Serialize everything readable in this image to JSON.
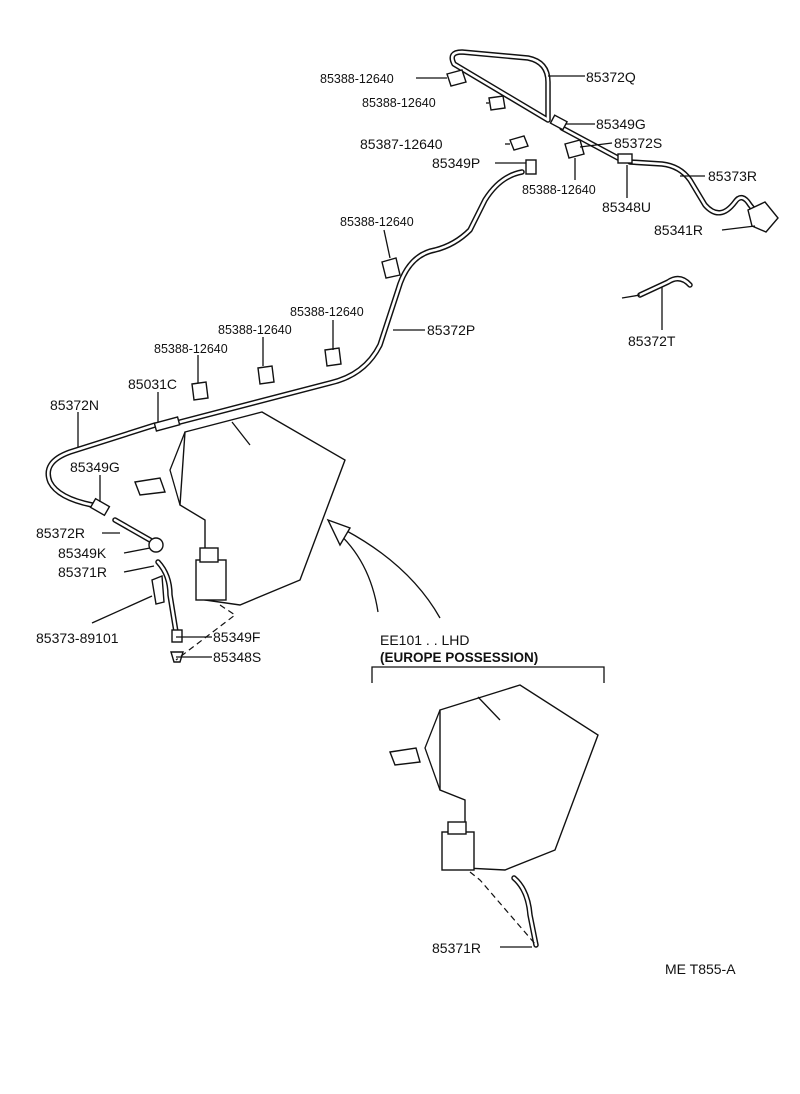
{
  "labels": {
    "p85372Q": "85372Q",
    "c1": "85388-12640",
    "c2": "85388-12640",
    "p85349G_top": "85349G",
    "p85387": "85387-12640",
    "p85372S": "85372S",
    "p85349P": "85349P",
    "c3": "85388-12640",
    "p85373R": "85373R",
    "p85348U": "85348U",
    "p85341R": "85341R",
    "c4": "85388-12640",
    "p85372T": "85372T",
    "c5": "85388-12640",
    "c6": "85388-12640",
    "p85372P": "85372P",
    "c7": "85388-12640",
    "p85031C": "85031C",
    "p85372N": "85372N",
    "p85349G_left": "85349G",
    "p85372R": "85372R",
    "p85349K": "85349K",
    "p85371R": "85371R",
    "p85373_89101": "85373-89101",
    "p85349F": "85349F",
    "p85348S": "85348S",
    "variant_model": "EE101 . . LHD",
    "variant_market": "(EUROPE POSSESSION)",
    "p85371R_variant": "85371R",
    "drawing_code": "ME T855-A"
  }
}
